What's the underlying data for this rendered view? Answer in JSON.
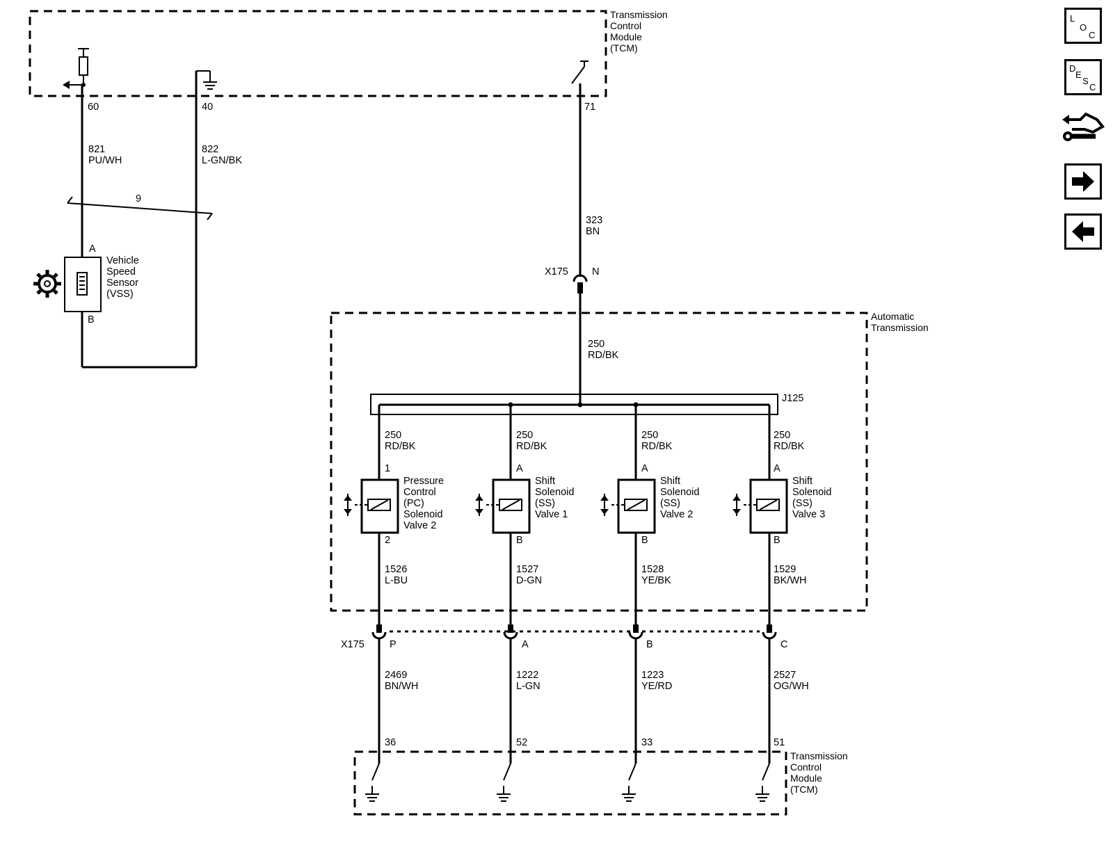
{
  "tcm_top": {
    "label": [
      "Transmission",
      "Control",
      "Module",
      "(TCM)"
    ]
  },
  "tcm_bottom": {
    "label": [
      "Transmission",
      "Control",
      "Module",
      "(TCM)"
    ]
  },
  "auto_trans": {
    "label": [
      "Automatic",
      "Transmission"
    ]
  },
  "pins": {
    "p60": "60",
    "p40": "40",
    "p71": "71",
    "p36": "36",
    "p52": "52",
    "p33": "33",
    "p51": "51"
  },
  "wires": {
    "w821": [
      "821",
      "PU/WH"
    ],
    "w822": [
      "822",
      "L-GN/BK"
    ],
    "w323": [
      "323",
      "BN"
    ],
    "w250_main": [
      "250",
      "RD/BK"
    ],
    "w250_1": [
      "250",
      "RD/BK"
    ],
    "w250_2": [
      "250",
      "RD/BK"
    ],
    "w250_3": [
      "250",
      "RD/BK"
    ],
    "w250_4": [
      "250",
      "RD/BK"
    ],
    "w1526": [
      "1526",
      "L-BU"
    ],
    "w1527": [
      "1527",
      "D-GN"
    ],
    "w1528": [
      "1528",
      "YE/BK"
    ],
    "w1529": [
      "1529",
      "BK/WH"
    ],
    "w2469": [
      "2469",
      "BN/WH"
    ],
    "w1222": [
      "1222",
      "L-GN"
    ],
    "w1223": [
      "1223",
      "YE/RD"
    ],
    "w2527": [
      "2527",
      "OG/WH"
    ]
  },
  "twist_count": "9",
  "vss": {
    "label": [
      "Vehicle",
      "Speed",
      "Sensor",
      "(VSS)"
    ],
    "pin_a": "A",
    "pin_b": "B"
  },
  "connectors": {
    "x175_top": "X175",
    "x175_top_pin": "N",
    "x175_bottom": "X175",
    "x175_pins": [
      "P",
      "A",
      "B",
      "C"
    ]
  },
  "splice": "J125",
  "solenoids": [
    {
      "label": [
        "Pressure",
        "Control",
        "(PC)",
        "Solenoid",
        "Valve 2"
      ],
      "pin_top": "1",
      "pin_bottom": "2"
    },
    {
      "label": [
        "Shift",
        "Solenoid",
        "(SS)",
        "Valve 1"
      ],
      "pin_top": "A",
      "pin_bottom": "B"
    },
    {
      "label": [
        "Shift",
        "Solenoid",
        "(SS)",
        "Valve 2"
      ],
      "pin_top": "A",
      "pin_bottom": "B"
    },
    {
      "label": [
        "Shift",
        "Solenoid",
        "(SS)",
        "Valve 3"
      ],
      "pin_top": "A",
      "pin_bottom": "B"
    }
  ],
  "side_nav": {
    "loc": {
      "l": "L",
      "o": "O",
      "c": "C"
    },
    "desc": {
      "d": "D",
      "e": "E",
      "s": "S",
      "c": "C"
    },
    "icons": [
      "connector-wrench-icon",
      "arrow-right-icon",
      "arrow-left-icon"
    ]
  }
}
